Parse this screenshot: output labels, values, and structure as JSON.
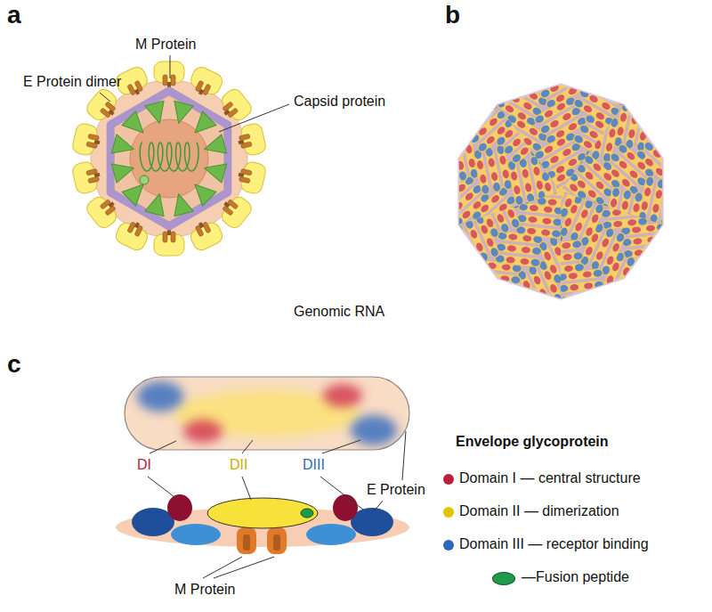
{
  "diagram": {
    "labels": [
      "a",
      "M Protein",
      "E Protein dimer",
      "Capsid protein",
      "Genomic RNA",
      "b",
      "c",
      "DI",
      "DII",
      "DIII",
      "E Protein",
      "M Protein",
      "Envelope glycoprotein"
    ],
    "legend": [
      {
        "text": "Domain I — central structure",
        "color": "#b8203e"
      },
      {
        "text": "Domain II — dimerization",
        "color": "#e0c400"
      },
      {
        "text": "Domain III — receptor binding",
        "color": "#2a6ab8"
      },
      {
        "text": "—Fusion peptide",
        "color": "#1f9a4b"
      }
    ]
  }
}
